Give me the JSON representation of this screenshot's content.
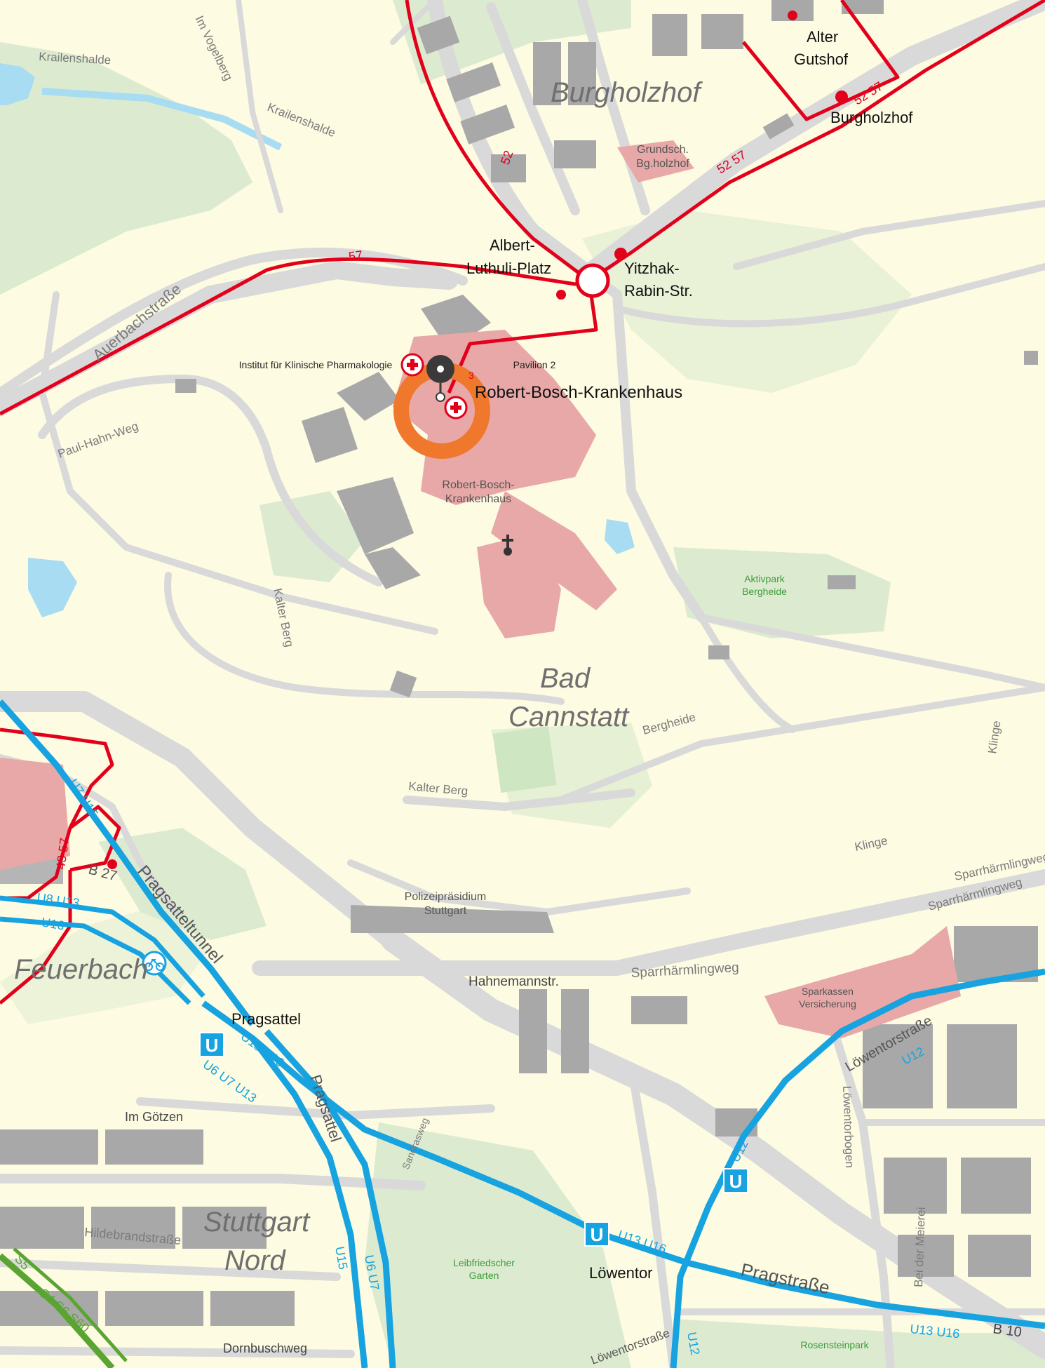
{
  "colors": {
    "background": "#fdfbe2",
    "road": "#d9d9d9",
    "building": "#a8a8a8",
    "hospital": "#e8a8a8",
    "park": "#dcebcf",
    "water": "#a7dcf2",
    "bus_line": "#e2001a",
    "ubahn_line": "#17a2e0",
    "sbahn_line": "#5aa532",
    "highlight_ring": "#f0782d"
  },
  "districts": {
    "burgholzhof": "Burgholzhof",
    "bad_cannstatt_1": "Bad",
    "bad_cannstatt_2": "Cannstatt",
    "feuerbach": "Feuerbach",
    "stuttgart_nord_1": "Stuttgart",
    "stuttgart_nord_2": "Nord"
  },
  "streets": {
    "krailenshalde_1": "Krailenshalde",
    "krailenshalde_2": "Krailenshalde",
    "im_vogelberg": "Im Vogelberg",
    "auerbachstrasse": "Auerbachstraße",
    "paul_hahn_weg": "Paul-Hahn-Weg",
    "kalter_berg_1": "Kalter Berg",
    "kalter_berg_2": "Kalter Berg",
    "bergheide": "Bergheide",
    "klinge_1": "Klinge",
    "klinge_2": "Klinge",
    "sparrhaermlingweg_1": "Sparrhärmlingweg",
    "sparrhaermlingweg_2": "Sparrhärmlingweg",
    "sparrhaermlingweg_3": "Sparrhärmlingweg",
    "hahnemannstr": "Hahnemannstr.",
    "pragsatteltunnel": "Pragsatteltunnel",
    "b27": "B 27",
    "pragsattel_street": "Pragsattel",
    "im_goetzen": "Im Götzen",
    "hildebrandstrasse": "Hildebrandstraße",
    "dornbuschweg": "Dornbuschweg",
    "loewentorstrasse_1": "Löwentorstraße",
    "loewentorstrasse_2": "Löwentorstraße",
    "loewentorbogen": "Löwentorbogen",
    "bei_der_meierei": "Bei der Meierei",
    "pragstrasse": "Pragstraße",
    "b10": "B 10",
    "sandrasweg": "Sandrasweg"
  },
  "places": {
    "grundschule_1": "Grundsch.",
    "grundschule_2": "Bg.holzhof",
    "rbk_building_1": "Robert-Bosch-",
    "rbk_building_2": "Krankenhaus",
    "aktivpark_1": "Aktivpark",
    "aktivpark_2": "Bergheide",
    "polizei_1": "Polizeipräsidium",
    "polizei_2": "Stuttgart",
    "sparkassen_1": "Sparkassen",
    "sparkassen_2": "Versicherung",
    "leibfriedscher_1": "Leibfriedscher",
    "leibfriedscher_2": "Garten",
    "rosensteinpark": "Rosensteinpark",
    "institut": "Institut für Klinische Pharmakologie",
    "pavilion": "Pavilion 2",
    "rbk_main": "Robert-Bosch-Krankenhaus"
  },
  "stops": {
    "alter_gutshof_1": "Alter",
    "alter_gutshof_2": "Gutshof",
    "burgholzhof": "Burgholzhof",
    "albert_luthuli_1": "Albert-",
    "albert_luthuli_2": "Luthuli-Platz",
    "yitzhak_1": "Yitzhak-",
    "yitzhak_2": "Rabin-Str.",
    "pragsattel": "Pragsattel",
    "loewentor": "Löwentor"
  },
  "lines": {
    "bus_52": "52",
    "bus_57": "57",
    "bus_52_57_a": "52 57",
    "bus_52_57_b": "52 57",
    "bus_43_57": "43 57",
    "u7_u15": "U7 U15",
    "u8_u13": "U8 U13",
    "u16": "U16",
    "u15_u16": "U15 U16",
    "u6_u7_u13": "U6 U7 U13",
    "u15": "U15",
    "u6_u7": "U6 U7",
    "u13_u16_a": "U13 U16",
    "u13_u16_b": "U13 U16",
    "u12_a": "U12",
    "u12_b": "U12",
    "u12_c": "U12",
    "s5": "S5",
    "s_lines": "S4 S6 S60",
    "ubahn_symbol": "U",
    "bus_3": "3"
  }
}
